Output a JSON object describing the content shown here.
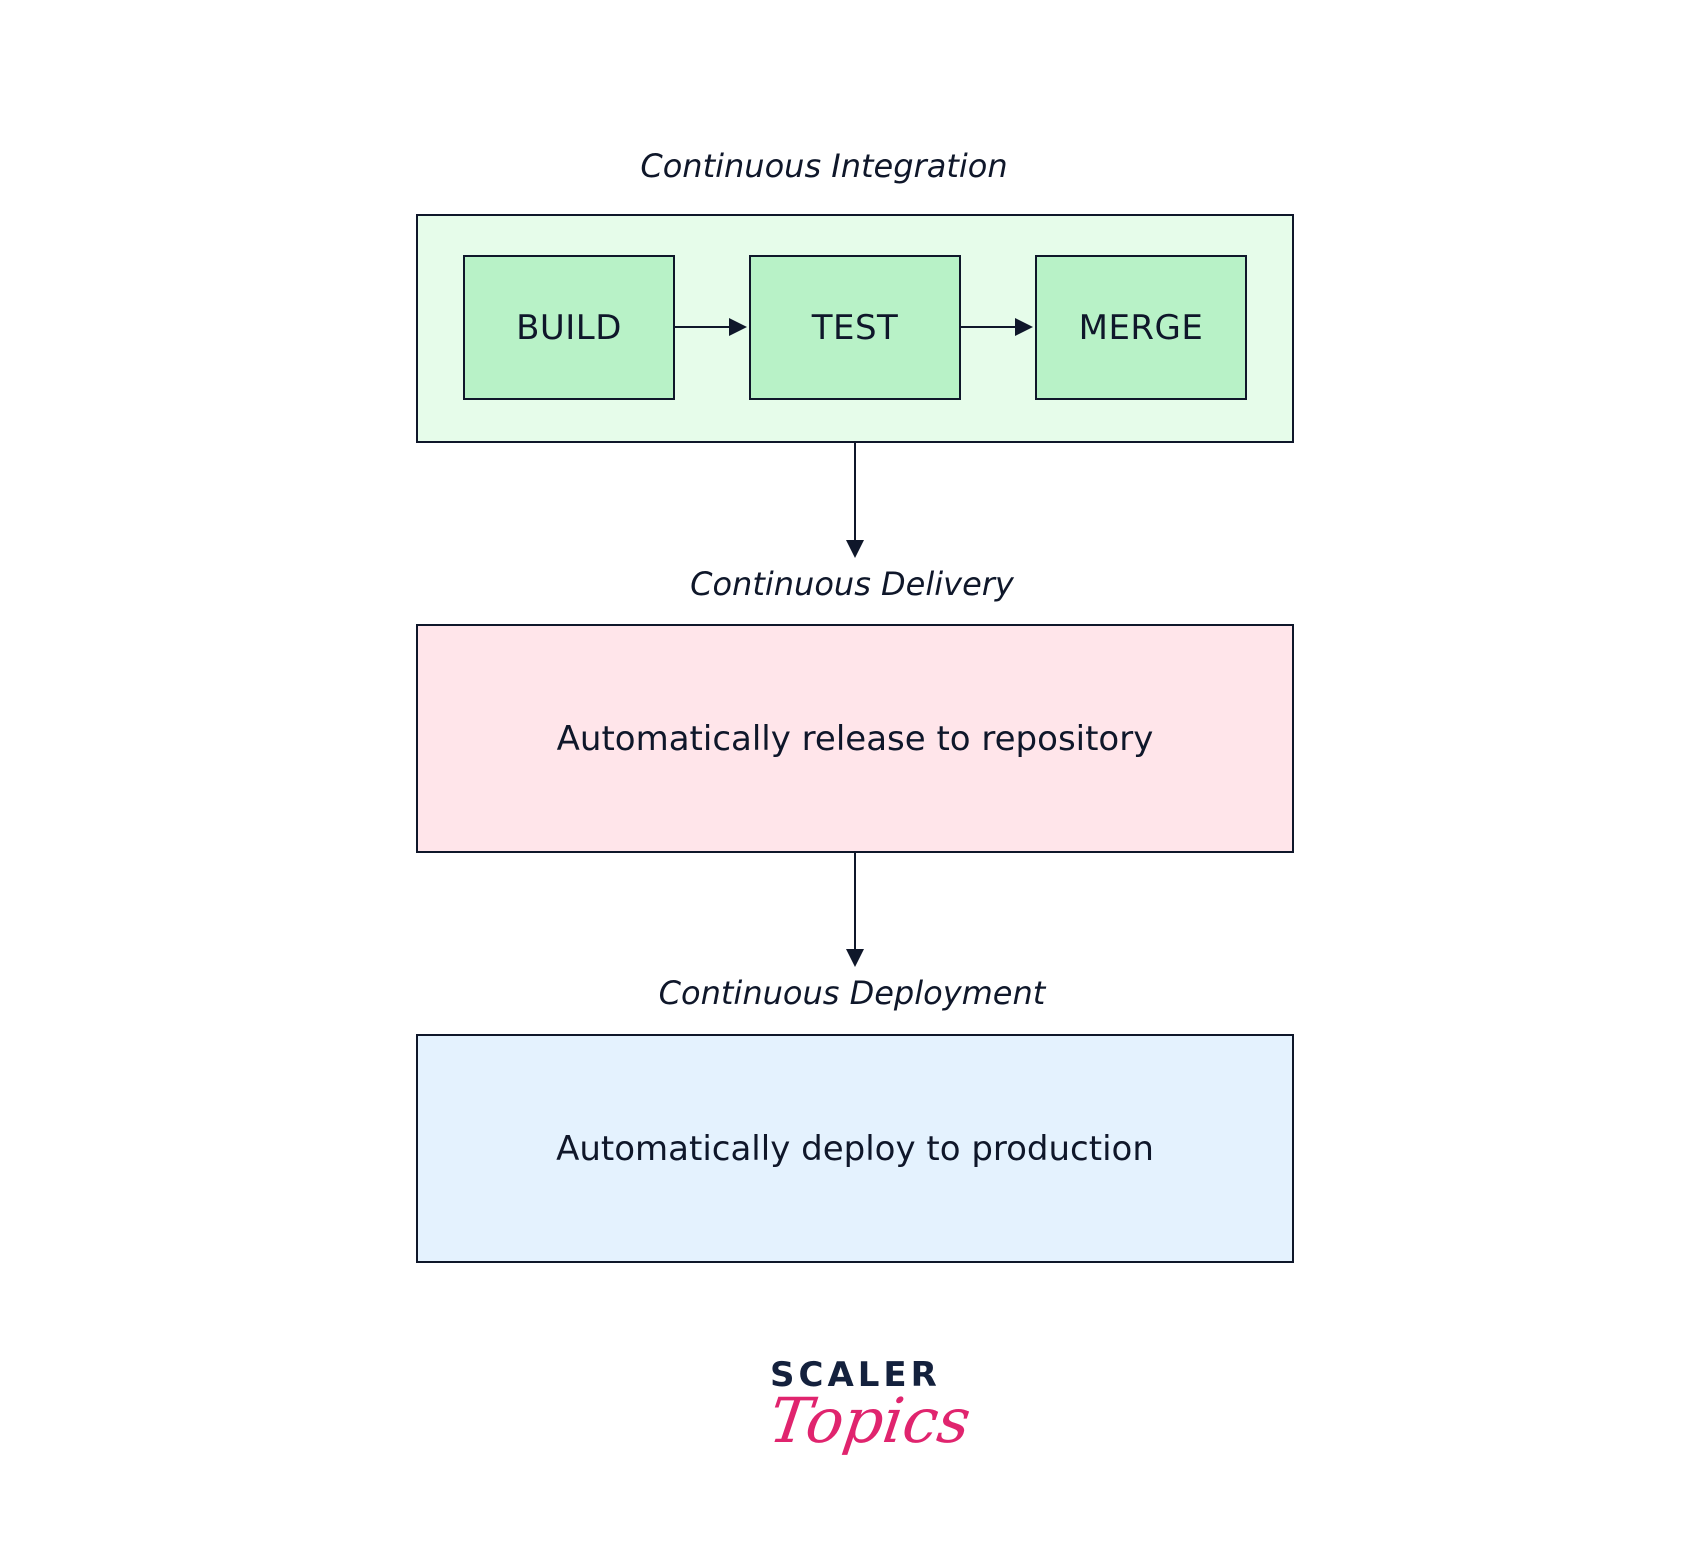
{
  "stages": {
    "integration": {
      "label": "Continuous Integration",
      "steps": [
        "BUILD",
        "TEST",
        "MERGE"
      ],
      "color": "#e6fcea",
      "step_color": "#b8f2c7"
    },
    "delivery": {
      "label": "Continuous Delivery",
      "text": "Automatically release to repository",
      "color": "#ffe5ea"
    },
    "deployment": {
      "label": "Continuous Deployment",
      "text": "Automatically deploy to production",
      "color": "#e4f2fe"
    }
  },
  "logo": {
    "top": "SCALER",
    "bottom": "Topics",
    "top_color": "#14213d",
    "bottom_color": "#e0246e"
  },
  "line_color": "#0f172a"
}
